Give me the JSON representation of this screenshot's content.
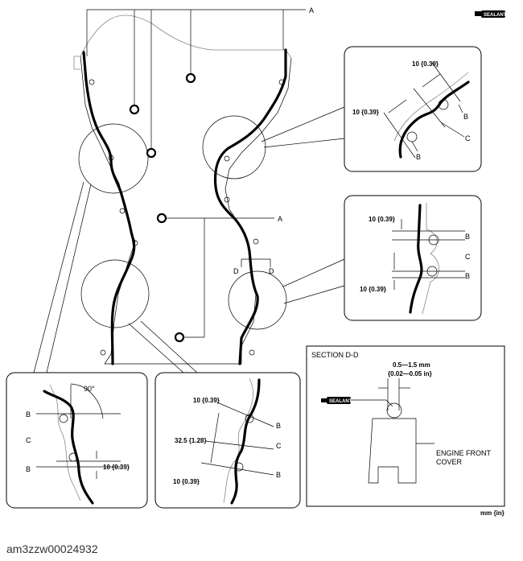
{
  "labels": {
    "a_top": "A",
    "a_mid": "A",
    "b": "B",
    "c": "C",
    "d": "D",
    "sealant": "SEALANT",
    "dim_10": "10 {0.39}",
    "dim_32": "32.5 {1.28}",
    "angle_90": "90°",
    "section_title": "SECTION D-D",
    "gap_mm": "0.5—1.5 mm",
    "gap_in": "{0.02—0.05 in}",
    "engine_cover_line1": "ENGINE FRONT",
    "engine_cover_line2": "COVER",
    "units": "mm {in}"
  },
  "caption": "am3zzw00024932"
}
